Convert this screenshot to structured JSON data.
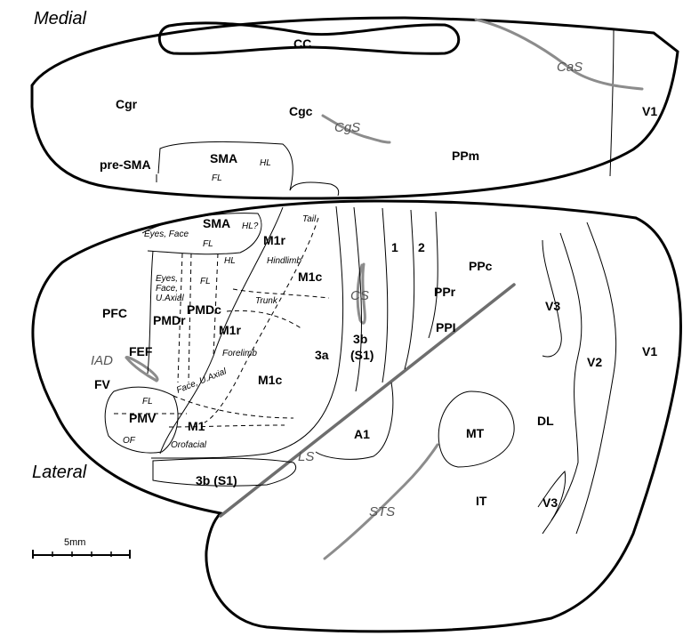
{
  "orientation": {
    "medial": "Medial",
    "lateral": "Lateral"
  },
  "scale_bar": {
    "label": "5mm"
  },
  "medial_areas": {
    "cc": "CC",
    "cgr": "Cgr",
    "cgc": "Cgc",
    "pre_sma": "pre-SMA",
    "sma": "SMA",
    "hl": "HL",
    "fl": "FL",
    "ppm": "PPm",
    "v1": "V1"
  },
  "medial_sulci": {
    "cas": "CaS",
    "cgs": "CgS"
  },
  "lateral_areas": {
    "sma": "SMA",
    "hl_q": "HL?",
    "eyes_face": "Eyes, Face",
    "fl": "FL",
    "m1r_top": "M1r",
    "tail": "Tail",
    "hindlimb": "Hindlimb",
    "hl": "HL",
    "m1c_top": "M1c",
    "fl2": "FL",
    "trunk": "Trunk",
    "eyes_face_uaxial": "Eyes,\nFace,\nU.Axial",
    "pfc": "PFC",
    "pmdr": "PMDr",
    "pmdc": "PMDc",
    "m1r_mid": "M1r",
    "fef": "FEF",
    "forelimb": "Forelimb",
    "m1c_low": "M1c",
    "fv": "FV",
    "face_uaxial": "Face, U.Axial",
    "fl3": "FL",
    "pmv": "PMV",
    "m1": "M1",
    "of": "OF",
    "orofacial": "Orofacial",
    "area3a": "3a",
    "area3b": "3b",
    "s1": "(S1)",
    "area1": "1",
    "area2": "2",
    "ppr": "PPr",
    "ppi": "PPI",
    "ppc": "PPc",
    "v3_top": "V3",
    "v2": "V2",
    "v1": "V1",
    "a1": "A1",
    "mt": "MT",
    "dl": "DL",
    "it": "IT",
    "v3_bottom": "V3",
    "s1_lower": "3b (S1)"
  },
  "lateral_sulci": {
    "iad": "IAD",
    "cs": "CS",
    "ls": "LS",
    "sts": "STS"
  }
}
